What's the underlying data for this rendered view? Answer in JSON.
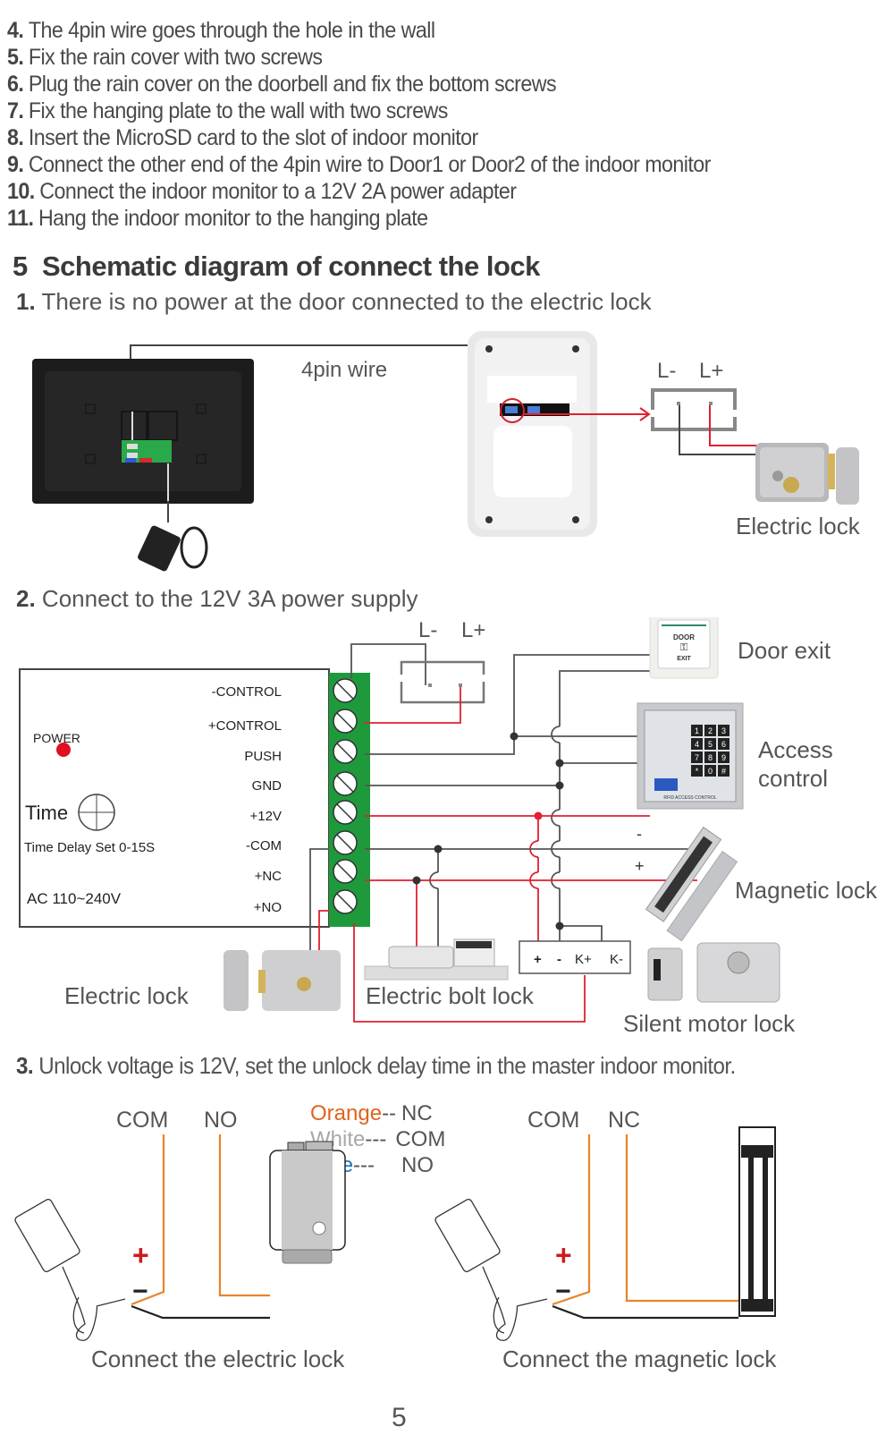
{
  "install_steps": [
    {
      "num": "4.",
      "text": "The 4pin wire goes through the hole in the wall"
    },
    {
      "num": "5.",
      "text": "Fix the rain cover with two screws"
    },
    {
      "num": "6.",
      "text": "Plug the rain cover on the doorbell and fix the bottom screws"
    },
    {
      "num": "7.",
      "text": "Fix the hanging plate to the wall with two screws"
    },
    {
      "num": "8.",
      "text": "Insert the MicroSD card to the slot of indoor monitor"
    },
    {
      "num": "9.",
      "text": "Connect the other end of the 4pin wire to Door1 or Door2 of the indoor monitor"
    },
    {
      "num": "10.",
      "text": "Connect the indoor monitor to a 12V 2A power adapter"
    },
    {
      "num": "11.",
      "text": "Hang the indoor monitor to the hanging plate"
    }
  ],
  "section": {
    "number": "5",
    "title": "Schematic diagram of connect the lock"
  },
  "diagram1": {
    "num": "1.",
    "caption": "There is no power at the door connected to the electric lock",
    "wire_label": "4pin wire",
    "terminal_minus": "L-",
    "terminal_plus": "L+",
    "lock_label": "Electric lock"
  },
  "diagram2": {
    "num": "2.",
    "caption": "Connect to the 12V 3A power supply",
    "power_label": "POWER",
    "time_label": "Time",
    "time_delay": "Time Delay Set 0-15S",
    "ac_label": "AC 110~240V",
    "terminals": [
      "-CONTROL",
      "+CONTROL",
      "PUSH",
      "GND",
      "+12V",
      "-COM",
      "+NC",
      "+NO"
    ],
    "terminal_minus": "L-",
    "terminal_plus": "L+",
    "door_exit_label": "Door exit",
    "door_exit_button": {
      "top": "DOOR",
      "bottom": "EXIT"
    },
    "access_label_1": "Access",
    "access_label_2": "control",
    "keypad_keys": [
      "1",
      "2",
      "3",
      "4",
      "5",
      "6",
      "7",
      "8",
      "9",
      "*",
      "0",
      "#"
    ],
    "keypad_caption": "RFID ACCESS CONTROL",
    "mag_minus": "-",
    "mag_plus": "+",
    "magnetic_label": "Magnetic lock",
    "motor_terminals": [
      "+",
      "-",
      "K+",
      "K-"
    ],
    "electric_lock_label": "Electric lock",
    "bolt_lock_label": "Electric bolt lock",
    "silent_motor_label": "Silent motor lock"
  },
  "diagram3": {
    "num": "3.",
    "caption": "Unlock voltage is 12V, set the unlock delay time in the master indoor monitor.",
    "left_com": "COM",
    "left_no": "NO",
    "legend": [
      {
        "color_name": "Orange",
        "dashes": "--",
        "value": "NC",
        "color": "#e0641e"
      },
      {
        "color_name": "White",
        "dashes": "---",
        "value": "COM",
        "color": "#a8a8a8"
      },
      {
        "color_name": "Blue",
        "dashes": "---",
        "value": "NO",
        "color": "#1e73be"
      }
    ],
    "right_com": "COM",
    "right_nc": "NC",
    "plus": "+",
    "minus": "−",
    "left_caption": "Connect the electric lock",
    "right_caption": "Connect the magnetic lock"
  },
  "colors": {
    "wire_red": "#e02030",
    "wire_dark": "#444444",
    "wire_orange": "#e8842a",
    "terminal_green": "#1e9a3c"
  },
  "page_number": "5"
}
